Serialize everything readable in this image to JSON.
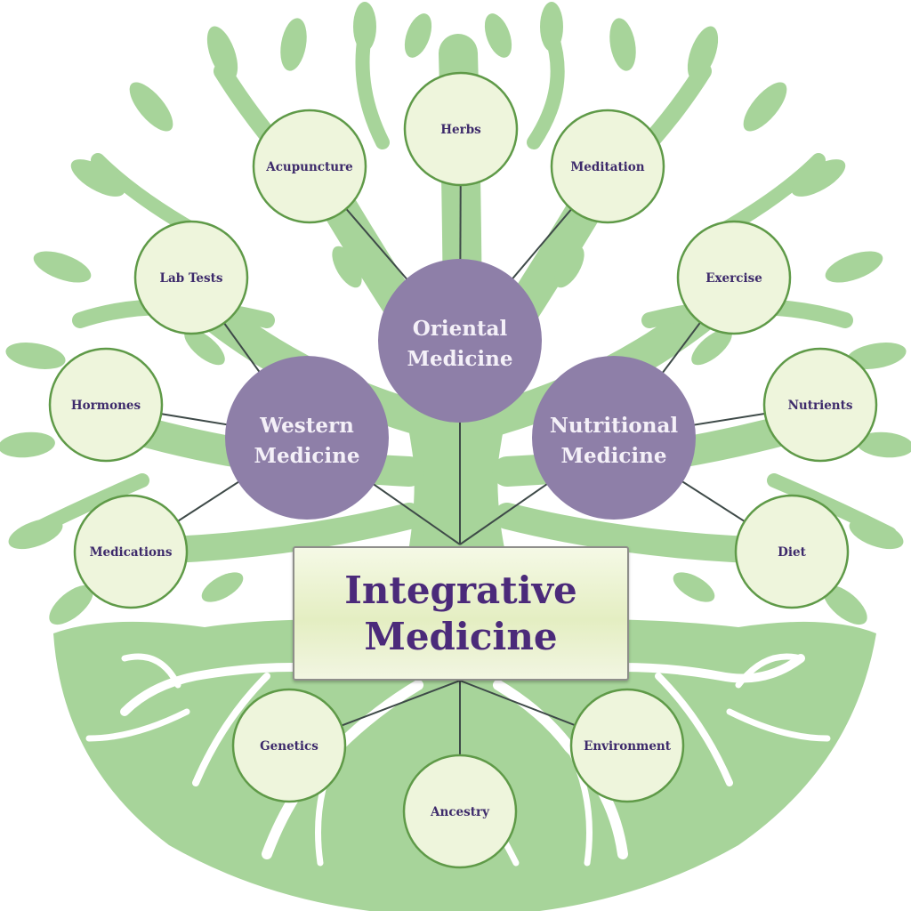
{
  "title": {
    "line1": "Integrative",
    "line2": "Medicine"
  },
  "colors": {
    "tree_green": "#a7d49a",
    "hub_purple": "#8e7fa8",
    "leaf_fill": "#eef5dc",
    "leaf_border": "#5f9a48",
    "text_purple": "#3d2a6b",
    "hub_text": "#f4f0f8"
  },
  "hubs": [
    {
      "id": "oriental",
      "line1": "Oriental",
      "line2": "Medicine",
      "children": [
        "Acupuncture",
        "Herbs",
        "Meditation"
      ]
    },
    {
      "id": "western",
      "line1": "Western",
      "line2": "Medicine",
      "children": [
        "Lab Tests",
        "Hormones",
        "Medications"
      ]
    },
    {
      "id": "nutritional",
      "line1": "Nutritional",
      "line2": "Medicine",
      "children": [
        "Exercise",
        "Nutrients",
        "Diet"
      ]
    }
  ],
  "roots": [
    "Genetics",
    "Ancestry",
    "Environment"
  ]
}
